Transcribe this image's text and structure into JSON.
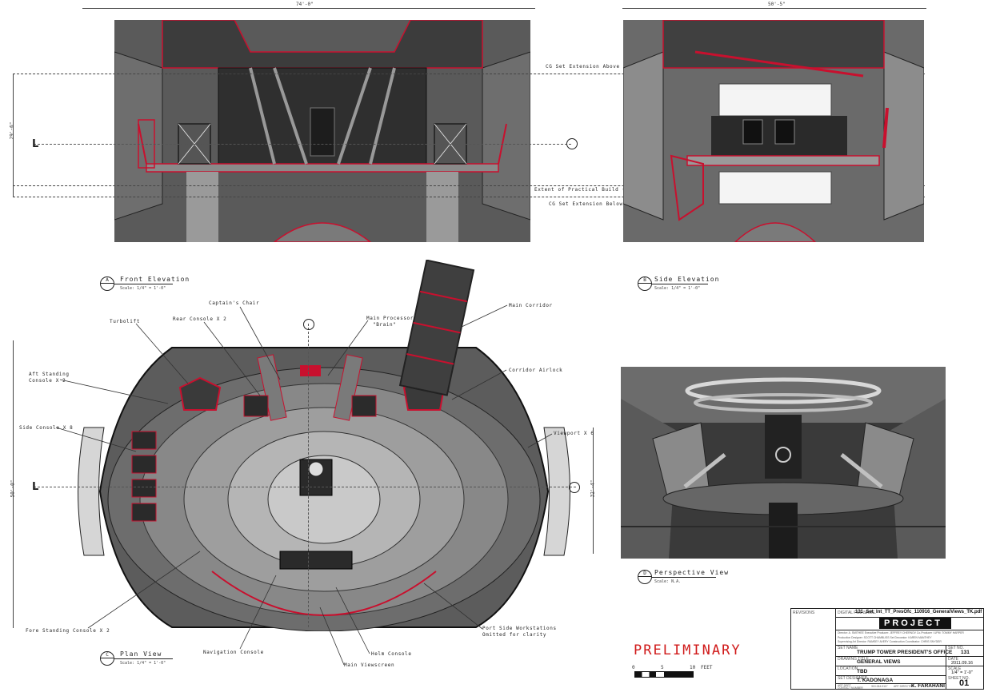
{
  "dimensions": {
    "front_width": "74'-0\"",
    "front_height": "29'-6\"",
    "side_width": "50'-5\"",
    "plan_height_left": "50'-0\"",
    "plan_height_right": "32'-4\""
  },
  "elevation_notes": {
    "cg_above": "CG Set Extension Above",
    "practical": "Extent of Practical Build (Discuss)",
    "cg_below": "CG Set Extension Below"
  },
  "views": {
    "front": {
      "letter": "A",
      "title": "Front Elevation",
      "scale": "Scale: 1/4\" = 1'-0\""
    },
    "side": {
      "letter": "B",
      "title": "Side Elevation",
      "scale": "Scale: 1/4\" = 1'-0\""
    },
    "plan": {
      "letter": "C",
      "title": "Plan View",
      "scale": "Scale: 1/4\" = 1'-0\""
    },
    "perspective": {
      "letter": "D",
      "title": "Perspective View",
      "scale": "Scale: N.A."
    }
  },
  "section_markers": {
    "left": "L",
    "plan_top": "1",
    "cross": "A"
  },
  "callouts": {
    "captains_chair": "Captain's Chair",
    "rear_console": "Rear Console X 2",
    "main_processor_1": "Main Processor",
    "main_processor_2": "\"Brain\"",
    "main_corridor": "Main Corridor",
    "turbolift": "Turbolift",
    "aft_console_1": "Aft Standing",
    "aft_console_2": "Console X 2",
    "corridor_airlock": "Corridor Airlock",
    "side_console": "Side Console X 8",
    "viewport": "Viewport X 6",
    "fore_console": "Fore Standing Console X 2",
    "port_side_1": "Port Side Workstations",
    "port_side_2": "Omitted for clarity",
    "navigation_console": "Navigation Console",
    "helm_console": "Helm Console",
    "main_viewscreen": "Main Viewscreen"
  },
  "preliminary": "PRELIMINARY",
  "scale_bar": {
    "zero": "0",
    "five": "5",
    "ten": "10",
    "unit": "FEET"
  },
  "title_block": {
    "revisions_label": "REVISIONS",
    "file_label": "DIGITAL FILE NAME",
    "file_name": "131_Set_Int_TT_PresOfc_110916_GeneralViews_TK.pdf",
    "logo": "PROJECT",
    "credits_1": "Director: A. SMITHEE   Executive Producer: JEFFREY CHERNOV   Co-Producer / UPM: TOMMY HARPER",
    "credits_2": "Production Designer: SCOTT CHAMBLISS          Set Decorator: KAREN MANTHEY",
    "credits_3": "Supervising Art Director: RAMSEY AVERY          Construction Coordinator: CHRIS SNYDER",
    "set_name_label": "SET NAME",
    "set_name": "TRUMP TOWER PRESIDENT'S OFFICE",
    "set_no_label": "SET NO.",
    "set_no": "131",
    "drawing_title_label": "DRAWING TITLE",
    "drawing_title": "GENERAL VIEWS",
    "date_label": "DATE",
    "date": "2011.09.16",
    "location_label": "LOCATION",
    "location": "TBD",
    "scale_label": "SCALE",
    "scale": "1/4\" = 1'-0\"",
    "designer_label": "SET DESIGNER",
    "designer": "T. KADONAGA",
    "sheet_label": "SHEET NO.",
    "sheet_no": "01",
    "art_dept_label": "ART DEPT",
    "contact_label": "CONTACT NUMBER",
    "contact": "310.244.0117",
    "art_director_label": "ART DIRECTOR",
    "art_director": "K. FARAHANI"
  },
  "colors": {
    "accent": "#d01a1a",
    "hull_dark": "#4a4a4a",
    "hull_mid": "#7c7c7c",
    "hull_light": "#b8b8b8"
  }
}
